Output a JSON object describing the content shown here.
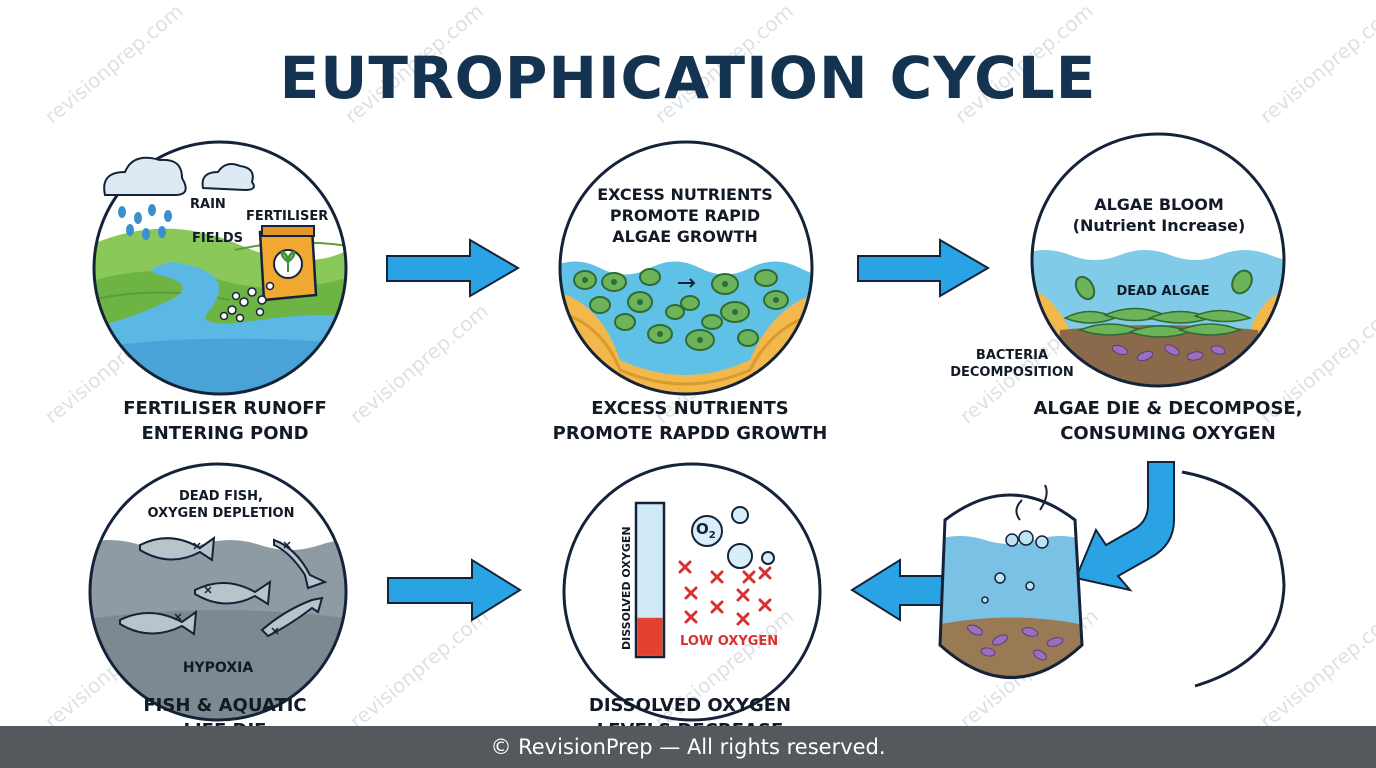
{
  "title": "EUTROPHICATION CYCLE",
  "stages": [
    {
      "caption": "FERTILISER RUNOFF\nENTERING POND",
      "labels": {
        "rain": "RAIN",
        "fertiliser": "FERTILISER",
        "fields": "FIELDS"
      }
    },
    {
      "caption": "EXCESS NUTRIENTS\nPROMOTE RAPDD GROWTH",
      "inner_text": "EXCESS NUTRIENTS\nPROMOTE RAPID\nALGAE GROWTH"
    },
    {
      "caption": "ALGAE DIE & DECOMPOSE,\nCONSUMING OXYGEN",
      "inner_text": "ALGAE BLOOM\n(Nutrient Increase)",
      "labels": {
        "dead_algae": "DEAD ALGAE",
        "bacteria": "BACTERIA\nDECOMPOSITION"
      }
    },
    {
      "caption": "DISSOLVED OXYGEN\nLEVELS DECREASE",
      "labels": {
        "axis": "DISSOLVED OXYGEN",
        "o2": "O",
        "o2_sub": "2",
        "low": "LOW OXYGEN"
      },
      "oxygen_level": 0.25
    },
    {
      "caption": "FISH & AQUATIC\nLIFE DIE",
      "labels": {
        "top": "DEAD FISH,\nOXYGEN DEPLETION",
        "hypoxia": "HYPOXIA"
      }
    }
  ],
  "watermark": "revisionprep.com",
  "footer": "© RevisionPrep — All rights reserved.",
  "colors": {
    "title": "#143350",
    "arrow": "#29a3e3",
    "water": "#5bb7e3",
    "algae": "#4f9a4b",
    "sediment": "#f2b84b",
    "grass": "#7cbf4d",
    "red": "#d93030",
    "footer_bg": "#55595e"
  }
}
